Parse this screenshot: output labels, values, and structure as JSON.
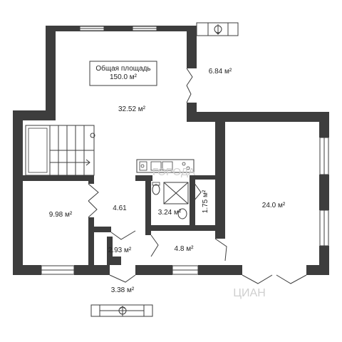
{
  "plan": {
    "total_area_label": "Общая площадь",
    "total_area_value": "150.0 м²",
    "rooms": {
      "terrace": "6.84 м²",
      "living": "32.52 м²",
      "big_room": "24.0 м²",
      "bedroom": "9.98 м²",
      "hall": "4.61",
      "bath": "3.24 м²",
      "closet": "1.75 м²",
      "small_room": "2.93 м²",
      "corridor": "4.8 м²",
      "porch": "3.38 м²"
    },
    "watermark_1": "ГОРОДА",
    "watermark_2": "ЦИАН"
  }
}
